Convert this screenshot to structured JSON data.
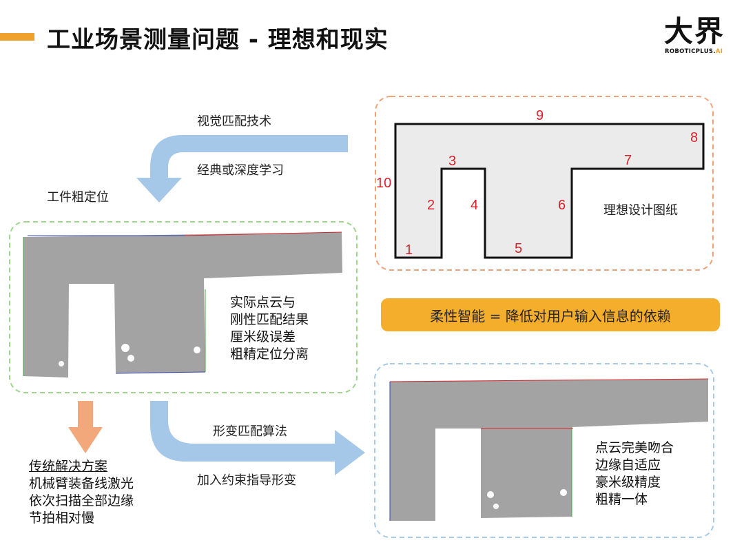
{
  "header": {
    "title": "工业场景测量问题 - 理想和现实",
    "accent": "#f0a12c"
  },
  "logo": {
    "main": "大界",
    "sub": "ROBOTICPLUS.",
    "sub_ai": "AI"
  },
  "flow": {
    "vision_match": "视觉匹配技术",
    "classic_or_deep": "经典或深度学习",
    "coarse_locate": "工件粗定位",
    "deform_match": "形变匹配算法",
    "add_constraint": "加入约束指导形变"
  },
  "design": {
    "label": "理想设计图纸",
    "edge_labels": [
      "1",
      "2",
      "3",
      "4",
      "5",
      "6",
      "7",
      "8",
      "9",
      "10"
    ],
    "box_color": "#f0a27a"
  },
  "banner": {
    "text": "柔性智能 = 降低对用户输入信息的依赖",
    "color": "#f5ae2b"
  },
  "rigid": {
    "lines": [
      "实际点云与",
      "刚性匹配结果",
      "厘米级误差",
      "粗精定位分离"
    ],
    "box_color": "#9fd58f"
  },
  "deformed": {
    "lines": [
      "点云完美吻合",
      "边缘自适应",
      "豪米级精度",
      "粗精一体"
    ],
    "box_color": "#a9c8e6"
  },
  "traditional": {
    "title": "传统解决方案",
    "lines": [
      "机械臂装备线激光",
      "依次扫描全部边缘",
      "节拍相对慢"
    ],
    "arrow_color": "#f2a87a"
  },
  "colors": {
    "blue_arrow": "#a6c8e8",
    "point_cloud": "#a3a3a3",
    "edge_label": "#d9232b"
  }
}
